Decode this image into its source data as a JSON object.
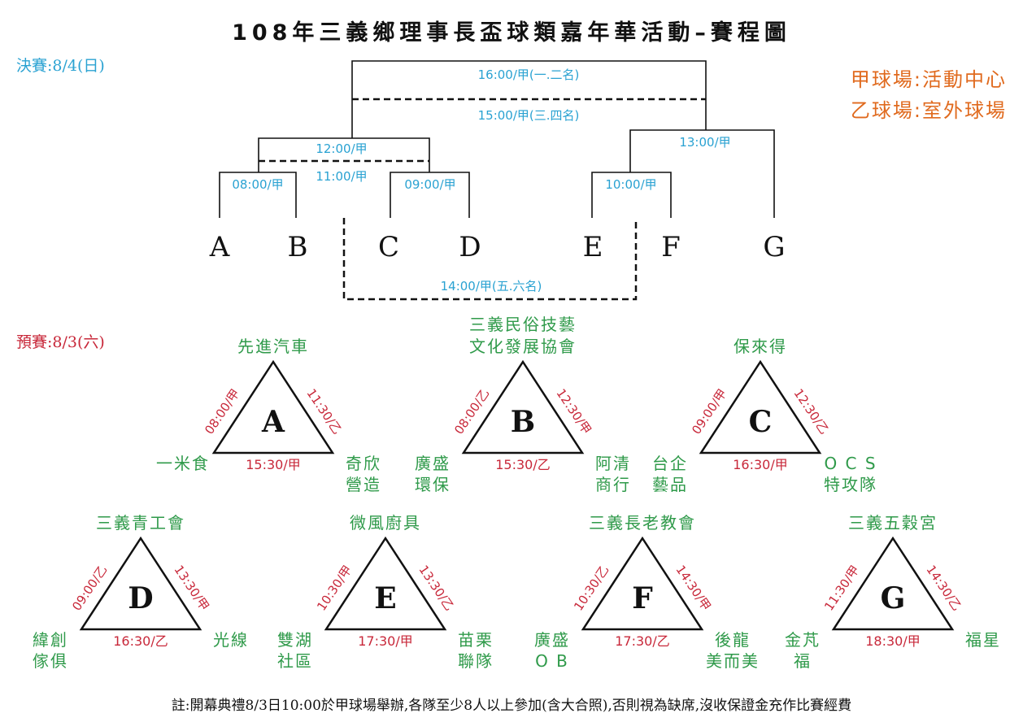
{
  "title": "108年三義鄉理事長盃球類嘉年華活動–賽程圖",
  "final_date": "決賽:8/4(日)",
  "prelim_date": "預賽:8/3(六)",
  "venues": [
    "甲球場:活動中心",
    "乙球場:室外球場"
  ],
  "bracket": {
    "teams": [
      "A",
      "B",
      "C",
      "D",
      "E",
      "F",
      "G"
    ],
    "matches": [
      "16:00/甲(一.二名)",
      "15:00/甲(三.四名)",
      "12:00/甲",
      "11:00/甲",
      "08:00/甲",
      "09:00/甲",
      "10:00/甲",
      "13:00/甲",
      "14:00/甲(五.六名)"
    ]
  },
  "groups": [
    {
      "letter": "A",
      "top": [
        "先進汽車"
      ],
      "left": [
        "一米食"
      ],
      "right": [
        "奇欣",
        "營造"
      ],
      "left_time": "08:00/甲",
      "right_time": "11:30/乙",
      "bottom_time": "15:30/甲"
    },
    {
      "letter": "B",
      "top": [
        "三義民俗技藝",
        "文化發展協會"
      ],
      "left": [
        "廣盛",
        "環保"
      ],
      "right": [
        "阿清",
        "商行"
      ],
      "left_time": "08:00/乙",
      "right_time": "12:30/甲",
      "bottom_time": "15:30/乙"
    },
    {
      "letter": "C",
      "top": [
        "保來得"
      ],
      "left": [
        "台企",
        "藝品"
      ],
      "right": [
        "O C S",
        "特攻隊"
      ],
      "left_time": "09:00/甲",
      "right_time": "12:30/乙",
      "bottom_time": "16:30/甲"
    },
    {
      "letter": "D",
      "top": [
        "三義青工會"
      ],
      "left": [
        "緯創",
        "傢俱"
      ],
      "right": [
        "光線"
      ],
      "left_time": "09:00/乙",
      "right_time": "13:30/甲",
      "bottom_time": "16:30/乙"
    },
    {
      "letter": "E",
      "top": [
        "微風廚具"
      ],
      "left": [
        "雙湖",
        "社區"
      ],
      "right": [
        "苗栗",
        "聯隊"
      ],
      "left_time": "10:30/甲",
      "right_time": "13:30/乙",
      "bottom_time": "17:30/甲"
    },
    {
      "letter": "F",
      "top": [
        "三義長老教會"
      ],
      "left": [
        "廣盛",
        "O B"
      ],
      "right": [
        "後龍",
        "美而美"
      ],
      "left_time": "10:30/乙",
      "right_time": "14:30/甲",
      "bottom_time": "17:30/乙"
    },
    {
      "letter": "G",
      "top": [
        "三義五穀宮"
      ],
      "left": [
        "金芃",
        "福"
      ],
      "right": [
        "福星"
      ],
      "left_time": "11:30/甲",
      "right_time": "14:30/乙",
      "bottom_time": "18:30/甲"
    }
  ],
  "footnote": "註:開幕典禮8/3日10:00於甲球場舉辦,各隊至少8人以上參加(含大合照),否則視為缺席,沒收保證金充作比賽經費",
  "colors": {
    "blue": "#2aa2d2",
    "red": "#c8283a",
    "green": "#2f9a4a",
    "orange": "#e06a1e",
    "black": "#111111"
  }
}
